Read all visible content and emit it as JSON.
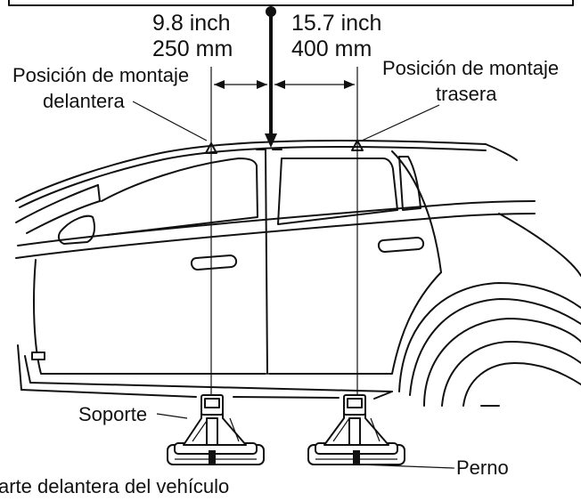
{
  "measurements": {
    "front_inch": "9.8  inch",
    "front_mm": "250 mm",
    "rear_inch": "15.7 inch",
    "rear_mm": "400 mm"
  },
  "labels": {
    "front_mount_line1": "Posición de montaje",
    "front_mount_line2": "delantera",
    "rear_mount_line1": "Posición de montaje",
    "rear_mount_line2": "trasera",
    "bracket": "Soporte",
    "bolt": "Perno",
    "vehicle_front": "arte delantera del vehículo"
  }
}
